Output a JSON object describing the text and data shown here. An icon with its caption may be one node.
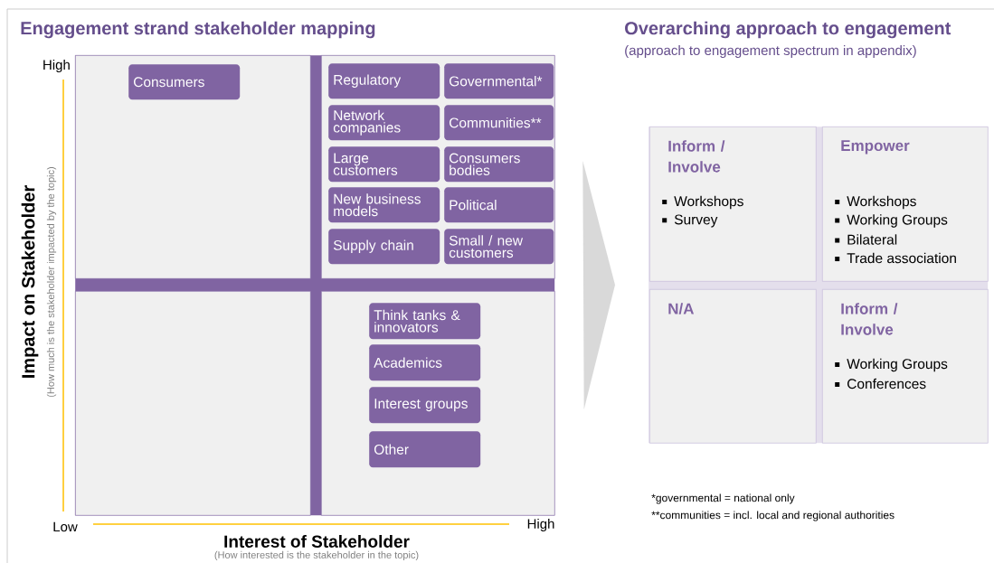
{
  "diagram": {
    "title": "Engagement strand stakeholder mapping",
    "nodes": [
      {
        "text": [],
        "shape": "box"
      },
      {
        "text": [],
        "shape": "box",
        "in": 0
      },
      {
        "text": [
          "Consumers"
        ],
        "in": 1
      },
      {
        "text": [],
        "shape": "box",
        "in": 0
      },
      {
        "text": [
          "Regulatory"
        ],
        "in": 3
      },
      {
        "text": [
          "Governmental*"
        ],
        "in": 3
      },
      {
        "text": [
          "Network companies"
        ],
        "in": 3
      },
      {
        "text": [
          "Communities**"
        ],
        "in": 3
      },
      {
        "text": [
          "Large customers"
        ],
        "in": 3
      },
      {
        "text": [
          "Consumers bodies"
        ],
        "in": 3
      },
      {
        "text": [
          "New business models"
        ],
        "in": 3
      },
      {
        "text": [
          "Political"
        ],
        "in": 3
      },
      {
        "text": [
          "Supply chain"
        ],
        "in": 3
      },
      {
        "text": [
          "Small / new customers"
        ],
        "in": 3
      },
      {
        "text": [],
        "shape": "box",
        "in": 0
      },
      {
        "text": [],
        "shape": "box",
        "in": 0
      },
      {
        "text": [
          "Think tanks & innovators"
        ],
        "in": 15
      },
      {
        "text": [
          "Academics"
        ],
        "in": 15
      },
      {
        "text": [
          "Interest groups"
        ],
        "in": 15
      },
      {
        "text": [
          "Other"
        ],
        "in": 15
      },
      {
        "text": [],
        "shape": "box"
      },
      {
        "text": [
          "Inform / Involve",
          "Workshops",
          "Survey"
        ],
        "in": 20
      },
      {
        "text": [
          "Empower",
          "Workshops",
          "Working Groups",
          "Bilateral",
          "Trade association"
        ],
        "in": 20
      },
      {
        "text": [
          "N/A"
        ],
        "in": 20
      },
      {
        "text": [
          "Inform / Involve",
          "Working Groups",
          "Conferences"
        ],
        "in": 20
      }
    ],
    "edges": [
      {
        "from": 0,
        "to": 20,
        "arrow": "to"
      }
    ],
    "labels": [
      "High",
      "Impact on Stakeholder",
      "(How much is the stakeholder impacted by the topic)",
      "Low",
      "High",
      "Interest of Stakeholder",
      "(How interested is the stakeholder in the topic)",
      "Overarching approach to engagement",
      "(approach to engagement spectrum in appendix)",
      "*governmental = national only",
      "**communities = incl. local and regional authorities"
    ]
  }
}
